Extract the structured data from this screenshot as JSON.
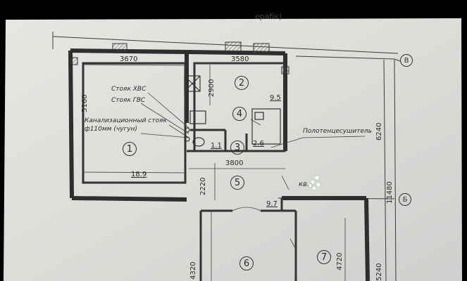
{
  "header_fragment": "ерабк)",
  "dimensions": {
    "d3670": "3670",
    "d3580": "3580",
    "d5160": "5160",
    "d2900": "2900",
    "d3800": "3800",
    "d2220": "2220",
    "d6240": "6240",
    "d11480": "11480",
    "d5240": "5240",
    "d4320": "4320",
    "d4720": "4720"
  },
  "rooms": {
    "r1": "1",
    "r2": "2",
    "r3": "3",
    "r4": "4",
    "r5": "5",
    "r6": "6",
    "r7": "7"
  },
  "areas": {
    "a1": "18.9",
    "a2": "9.5",
    "a3": "1.1",
    "a4": "2.6",
    "a5": "9.7"
  },
  "annotations": {
    "stoyak_hvs": "Стояк ХВС",
    "stoyak_gvs": "Стояк ГВС",
    "kanal_line1": "Канализационный стояк",
    "kanal_line2": "ф110мм (чугун)",
    "polotence": "Полотенцесушитель",
    "kv_mark": "кв."
  },
  "axes": {
    "v": "В",
    "b": "Б"
  }
}
